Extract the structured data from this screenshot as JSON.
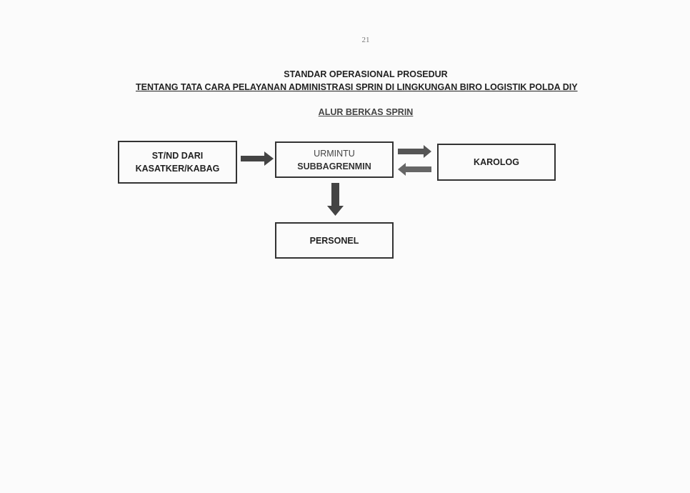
{
  "page_number": "21",
  "title": "STANDAR OPERASIONAL PROSEDUR",
  "subtitle": "TENTANG TATA CARA PELAYANAN ADMINISTRASI SPRIN  DI LINGKUNGAN BIRO LOGISTIK POLDA DIY",
  "section_title": "ALUR BERKAS SPRIN",
  "nodes": {
    "source": {
      "line1": "ST/ND DARI",
      "line2": "KASATKER/KABAG"
    },
    "urmintu": {
      "line1": "URMINTU",
      "line2": "SUBBAGRENMIN"
    },
    "karolog": {
      "label": "KAROLOG"
    },
    "personel": {
      "label": "PERSONEL"
    }
  },
  "colors": {
    "arrow": "#444444",
    "border": "#333333"
  }
}
